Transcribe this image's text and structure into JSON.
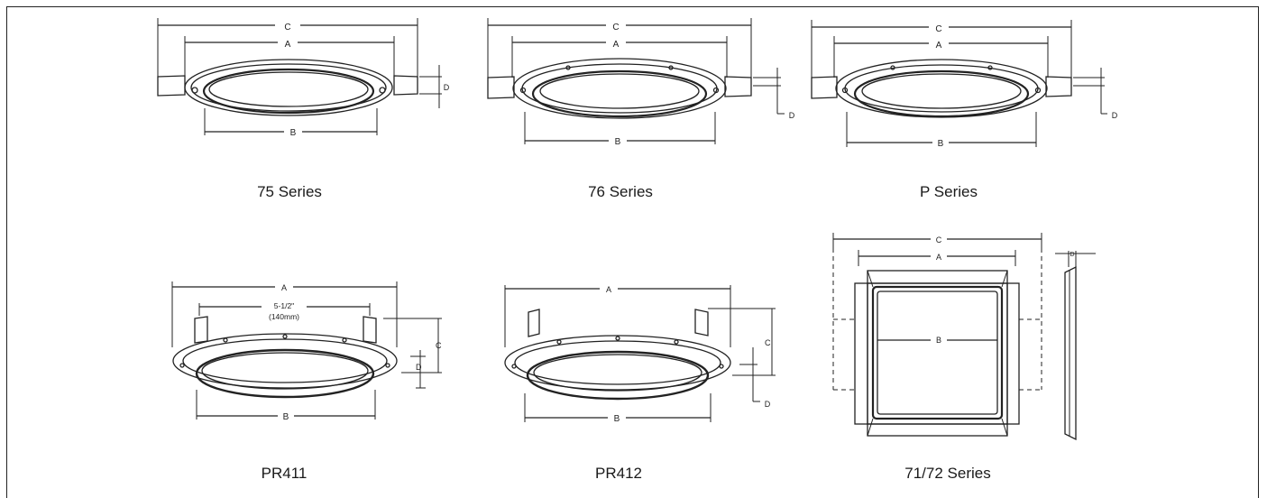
{
  "figures": [
    {
      "id": "fig-75",
      "caption": "75 Series",
      "dims": {
        "c": "C",
        "a": "A",
        "b": "B",
        "d": "D"
      }
    },
    {
      "id": "fig-76",
      "caption": "76 Series",
      "dims": {
        "c": "C",
        "a": "A",
        "b": "B",
        "d": "D"
      }
    },
    {
      "id": "fig-p",
      "caption": "P Series",
      "dims": {
        "c": "C",
        "a": "A",
        "b": "B",
        "d": "D"
      }
    },
    {
      "id": "fig-411",
      "caption": "PR411",
      "dims": {
        "a": "A",
        "inner_line1": "5-1/2\"",
        "inner_line2": "(140mm)",
        "c": "C",
        "d": "D",
        "b": "B"
      }
    },
    {
      "id": "fig-412",
      "caption": "PR412",
      "dims": {
        "a": "A",
        "c": "C",
        "d": "D",
        "b": "B"
      }
    },
    {
      "id": "fig-7172",
      "caption": "71/72 Series",
      "dims": {
        "c": "C",
        "a": "A",
        "b": "B",
        "d": "D"
      }
    }
  ]
}
